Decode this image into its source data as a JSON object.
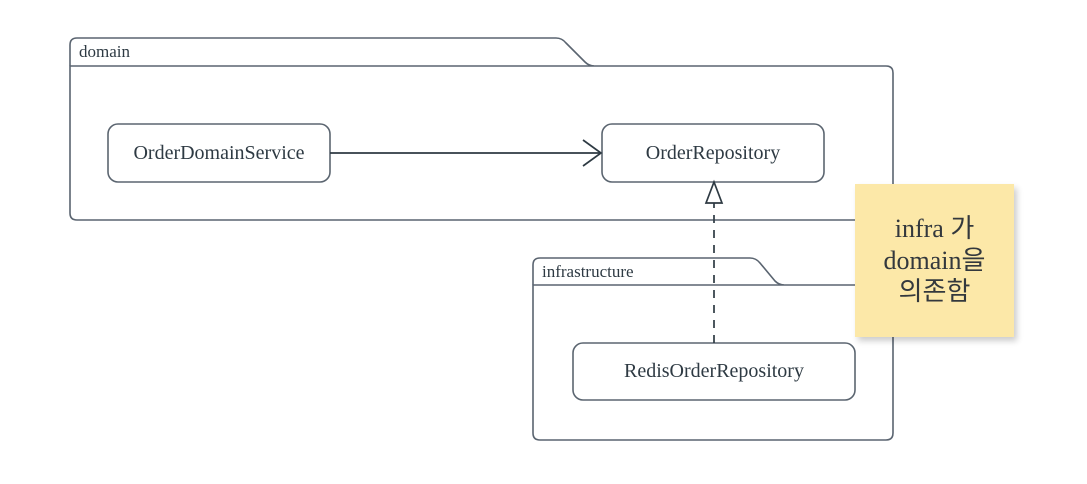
{
  "diagram": {
    "type": "uml-package-diagram",
    "background_color": "#ffffff",
    "line_color": "#2e3a43",
    "package_border_color": "#5a6470",
    "node_border_color": "#5b6570"
  },
  "packages": [
    {
      "id": "domain",
      "label": "domain",
      "nodes": [
        "OrderDomainService",
        "OrderRepository"
      ]
    },
    {
      "id": "infrastructure",
      "label": "infrastructure",
      "nodes": [
        "RedisOrderRepository"
      ]
    }
  ],
  "nodes": [
    {
      "id": "order-domain-service",
      "label": "OrderDomainService",
      "package": "domain"
    },
    {
      "id": "order-repository",
      "label": "OrderRepository",
      "package": "domain"
    },
    {
      "id": "redis-order-repository",
      "label": "RedisOrderRepository",
      "package": "infrastructure"
    }
  ],
  "edges": [
    {
      "id": "uses-edge",
      "from": "OrderDomainService",
      "to": "OrderRepository",
      "style": "solid",
      "arrowhead": "open",
      "relation": "dependency"
    },
    {
      "id": "implements-edge",
      "from": "RedisOrderRepository",
      "to": "OrderRepository",
      "style": "dashed",
      "arrowhead": "hollow-triangle",
      "relation": "realization"
    }
  ],
  "sticky_note": {
    "background_color": "#fce8a8",
    "lines": [
      "infra 가",
      "domain을",
      "의존함"
    ]
  }
}
